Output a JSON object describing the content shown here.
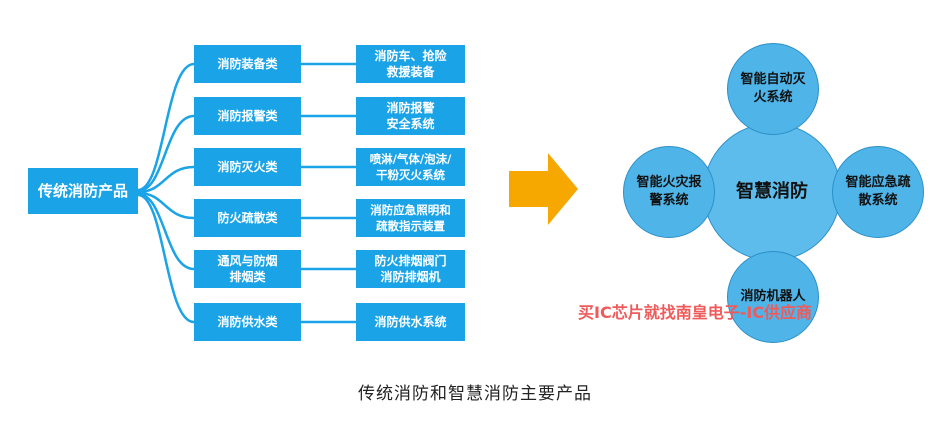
{
  "root_label": "传统消防产品",
  "categories": [
    {
      "label": "消防装备类",
      "product": "消防车、抢险\n救援装备"
    },
    {
      "label": "消防报警类",
      "product": "消防报警\n安全系统"
    },
    {
      "label": "消防灭火类",
      "product": "喷淋/气体/泡沫/\n干粉灭火系统"
    },
    {
      "label": "防火疏散类",
      "product": "消防应急照明和\n疏散指示装置"
    },
    {
      "label": "通风与防烟\n排烟类",
      "product": "防火排烟阀门\n消防排烟机"
    },
    {
      "label": "消防供水类",
      "product": "消防供水系统"
    }
  ],
  "smart": {
    "center": "智慧消防",
    "top": "智能自动灭\n火系统",
    "left": "智能火灾报\n警系统",
    "right": "智能应急疏\n散系统",
    "bottom": "消防机器人"
  },
  "watermark": "买IC芯片就找南皇电子-IC供应商",
  "caption": "传统消防和智慧消防主要产品",
  "colors": {
    "box": "#1aa3e6",
    "line": "#1aa3e6",
    "arrow": "#f6a800",
    "circle": "#4fb4e8"
  }
}
